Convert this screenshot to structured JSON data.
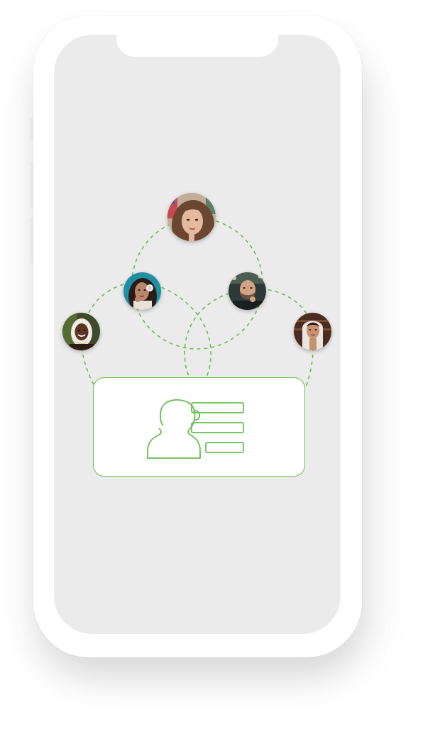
{
  "colors": {
    "accent": "#67bf4f",
    "screen_background": "#ebebeb",
    "frame": "#ffffff"
  },
  "icons": {
    "profile_card_icon": "user-profile-with-lines-icon"
  },
  "avatars": [
    {
      "name": "avatar-top",
      "description": "woman-with-long-hair-avatar"
    },
    {
      "name": "avatar-mid-left",
      "description": "woman-with-flower-avatar"
    },
    {
      "name": "avatar-mid-right",
      "description": "bearded-man-avatar"
    },
    {
      "name": "avatar-left",
      "description": "woman-in-headscarf-avatar"
    },
    {
      "name": "avatar-right",
      "description": "young-man-in-hood-avatar"
    }
  ]
}
